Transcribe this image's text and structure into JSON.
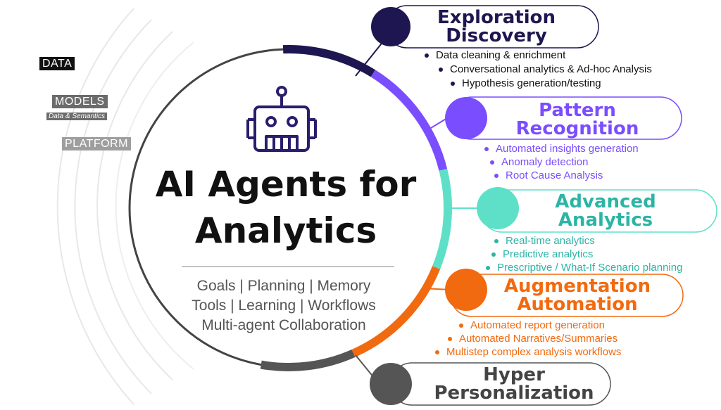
{
  "layers": {
    "data": "DATA",
    "models": "MODELS",
    "models_sub": "Data & Semantics",
    "platform": "PLATFORM"
  },
  "center": {
    "title_line1": "AI Agents for",
    "title_line2": "Analytics",
    "caption_line1": "Goals | Planning | Memory",
    "caption_line2": "Tools | Learning | Workflows",
    "caption_line3": "Multi-agent Collaboration"
  },
  "stages": [
    {
      "title1": "Exploration",
      "title2": "Discovery",
      "color": "#1e1650",
      "bullets": [
        "Data cleaning & enrichment",
        "Conversational analytics & Ad-hoc Analysis",
        "Hypothesis generation/testing"
      ]
    },
    {
      "title1": "Pattern",
      "title2": "Recognition",
      "color": "#7a4dff",
      "bullets": [
        "Automated insights generation",
        "Anomaly detection",
        "Root Cause Analysis"
      ]
    },
    {
      "title1": "Advanced",
      "title2": "Analytics",
      "color": "#2bb5a5",
      "circle": "#5ee0c8",
      "bullets": [
        "Real-time analytics",
        "Predictive analytics",
        "Prescriptive / What-If Scenario planning"
      ]
    },
    {
      "title1": "Augmentation",
      "title2": "Automation",
      "color": "#f26a0f",
      "bullets": [
        "Automated report generation",
        "Automated Narratives/Summaries",
        "Multistep complex analysis workflows"
      ]
    },
    {
      "title1": "Hyper",
      "title2": "Personalization",
      "color": "#444444",
      "circle": "#555555",
      "bullets": []
    }
  ]
}
